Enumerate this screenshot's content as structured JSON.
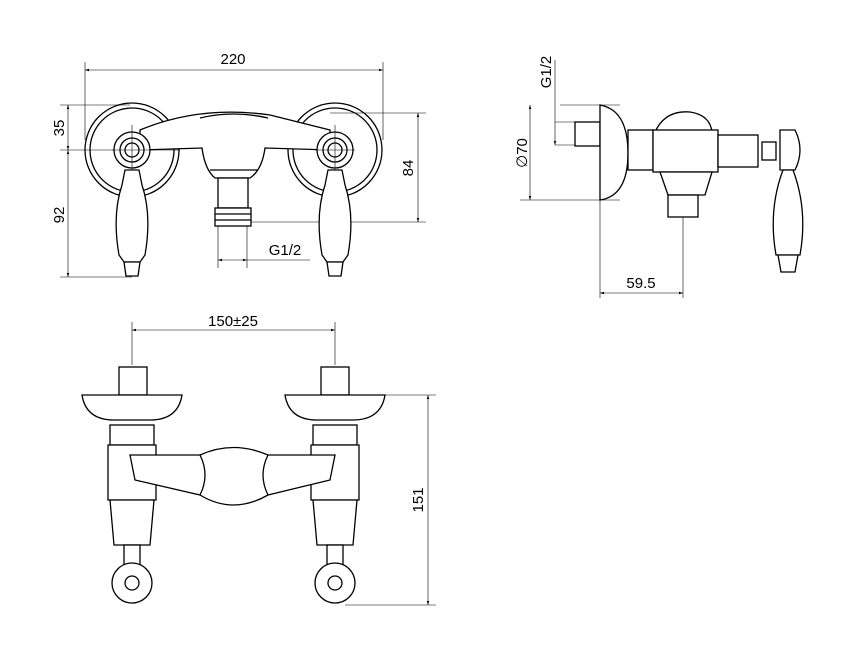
{
  "front_view": {
    "width_label": "220",
    "top_offset_label": "35",
    "handle_length_label": "92",
    "height_label": "84",
    "outlet_thread_label": "G1/2"
  },
  "side_view": {
    "inlet_thread_label": "G1/2",
    "rosette_diameter_label": "∅70",
    "depth_label": "59.5"
  },
  "bottom_view": {
    "centers_label": "150±25",
    "height_label": "151"
  }
}
